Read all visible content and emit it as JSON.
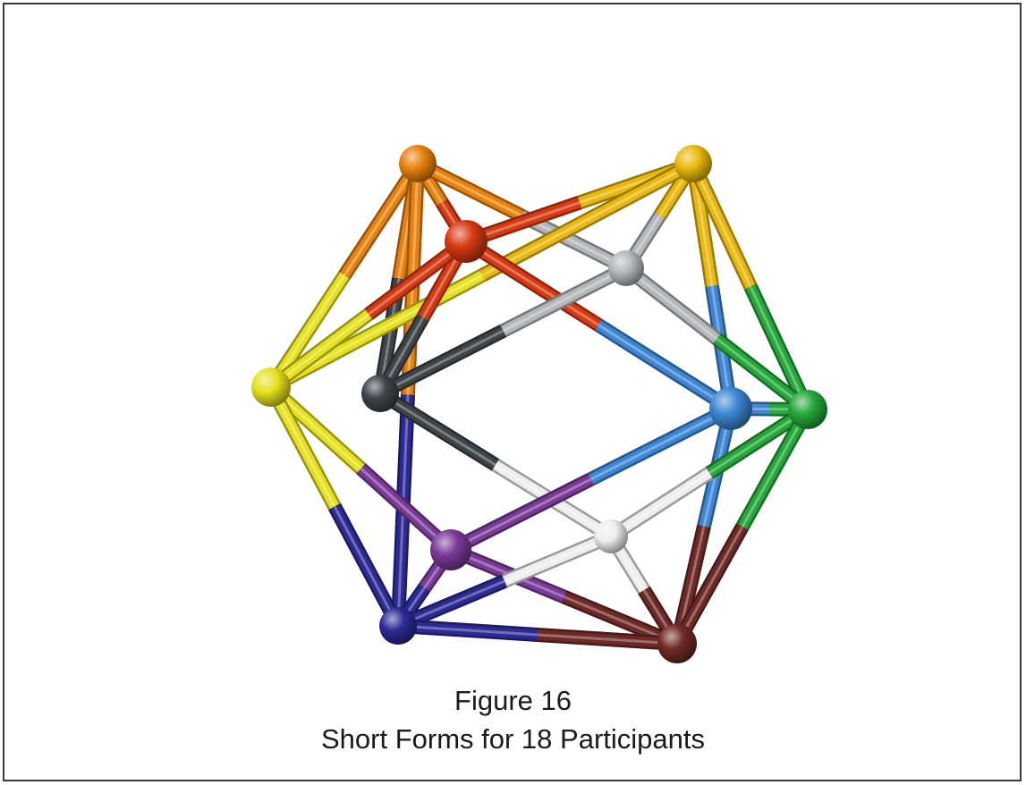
{
  "figure": {
    "title": "Figure 16",
    "subtitle": "Short Forms for 18 Participants"
  },
  "colors": {
    "orange": "#e8820f",
    "gold": "#e8b90c",
    "red": "#d63a12",
    "silver": "#b5b8bb",
    "yellow": "#e6e21e",
    "charcoal": "#3f4448",
    "blue": "#3d86d4",
    "green": "#25a83a",
    "purple": "#7a3a98",
    "white": "#eeeeee",
    "navy": "#2c2a94",
    "maroon": "#6e2a26",
    "frame": "#3a3a3a"
  },
  "nodes": [
    {
      "id": "orange",
      "color": "orange"
    },
    {
      "id": "gold",
      "color": "gold"
    },
    {
      "id": "red",
      "color": "red"
    },
    {
      "id": "silver",
      "color": "silver"
    },
    {
      "id": "yellow",
      "color": "yellow"
    },
    {
      "id": "charcoal",
      "color": "charcoal"
    },
    {
      "id": "blue",
      "color": "blue"
    },
    {
      "id": "green",
      "color": "green"
    },
    {
      "id": "purple",
      "color": "purple"
    },
    {
      "id": "white",
      "color": "white"
    },
    {
      "id": "navy",
      "color": "navy"
    },
    {
      "id": "maroon",
      "color": "maroon"
    }
  ],
  "edges": [
    [
      "orange",
      "red"
    ],
    [
      "orange",
      "silver"
    ],
    [
      "orange",
      "yellow"
    ],
    [
      "orange",
      "charcoal"
    ],
    [
      "orange",
      "navy"
    ],
    [
      "gold",
      "red"
    ],
    [
      "gold",
      "silver"
    ],
    [
      "gold",
      "blue"
    ],
    [
      "gold",
      "green"
    ],
    [
      "gold",
      "yellow"
    ],
    [
      "red",
      "charcoal"
    ],
    [
      "red",
      "blue"
    ],
    [
      "red",
      "yellow"
    ],
    [
      "silver",
      "charcoal"
    ],
    [
      "silver",
      "green"
    ],
    [
      "yellow",
      "purple"
    ],
    [
      "yellow",
      "navy"
    ],
    [
      "charcoal",
      "white"
    ],
    [
      "blue",
      "green"
    ],
    [
      "blue",
      "purple"
    ],
    [
      "blue",
      "maroon"
    ],
    [
      "green",
      "white"
    ],
    [
      "green",
      "maroon"
    ],
    [
      "purple",
      "navy"
    ],
    [
      "purple",
      "maroon"
    ],
    [
      "white",
      "navy"
    ],
    [
      "white",
      "maroon"
    ],
    [
      "navy",
      "maroon"
    ]
  ]
}
